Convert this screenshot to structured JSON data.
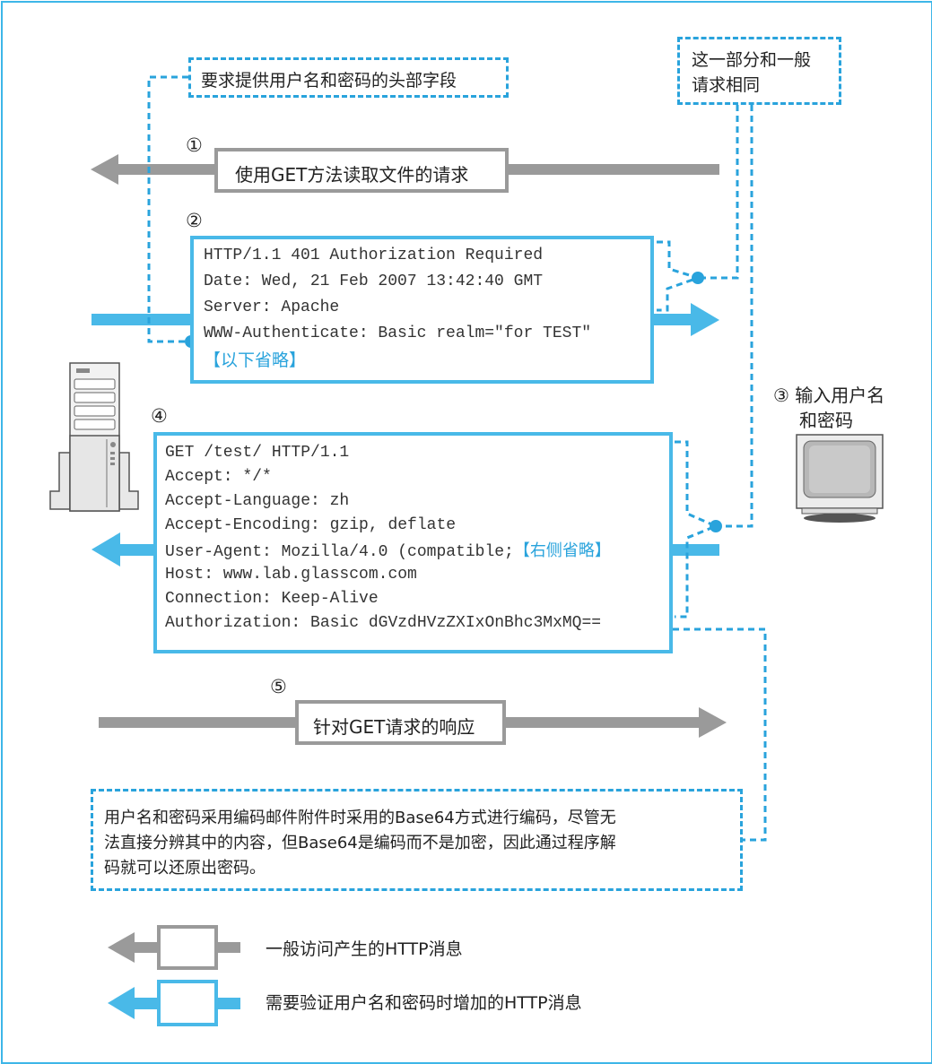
{
  "colors": {
    "accent": "#3db6e8",
    "gray": "#9a9a9a",
    "callout": "#29a3dc"
  },
  "callouts": {
    "header_field": "要求提供用户名和密码的头部字段",
    "same_as_normal": [
      "这一部分和一般",
      "请求相同"
    ],
    "input_credentials": [
      "③ 输入用户名",
      "和密码"
    ],
    "base64_note": [
      "用户名和密码采用编码邮件附件时采用的Base64方式进行编码，尽管无",
      "法直接分辨其中的内容，但Base64是编码而不是加密，因此通过程序解",
      "码就可以还原出密码。"
    ]
  },
  "steps": {
    "s1": {
      "num": "①",
      "label": "使用GET方法读取文件的请求"
    },
    "s2": {
      "num": "②",
      "lines": [
        "HTTP/1.1 401 Authorization Required",
        "Date: Wed, 21 Feb 2007 13:42:40 GMT",
        "Server: Apache",
        "WWW-Authenticate: Basic realm=\"for TEST\""
      ],
      "omitted": "【以下省略】"
    },
    "s4": {
      "num": "④",
      "lines": [
        "GET /test/ HTTP/1.1",
        "Accept: */*",
        "Accept-Language: zh",
        "Accept-Encoding: gzip, deflate",
        "User-Agent: Mozilla/4.0 (compatible;",
        "Host: www.lab.glasscom.com",
        "Connection: Keep-Alive",
        "Authorization: Basic dGVzdHVzZXIxOnBhc3MxMQ=="
      ],
      "right_omitted": "【右侧省略】"
    },
    "s5": {
      "num": "⑤",
      "label": "针对GET请求的响应"
    }
  },
  "legend": {
    "normal": "一般访问产生的HTTP消息",
    "auth": "需要验证用户名和密码时增加的HTTP消息"
  },
  "icons": {
    "server": "server-icon",
    "client": "monitor-icon"
  }
}
